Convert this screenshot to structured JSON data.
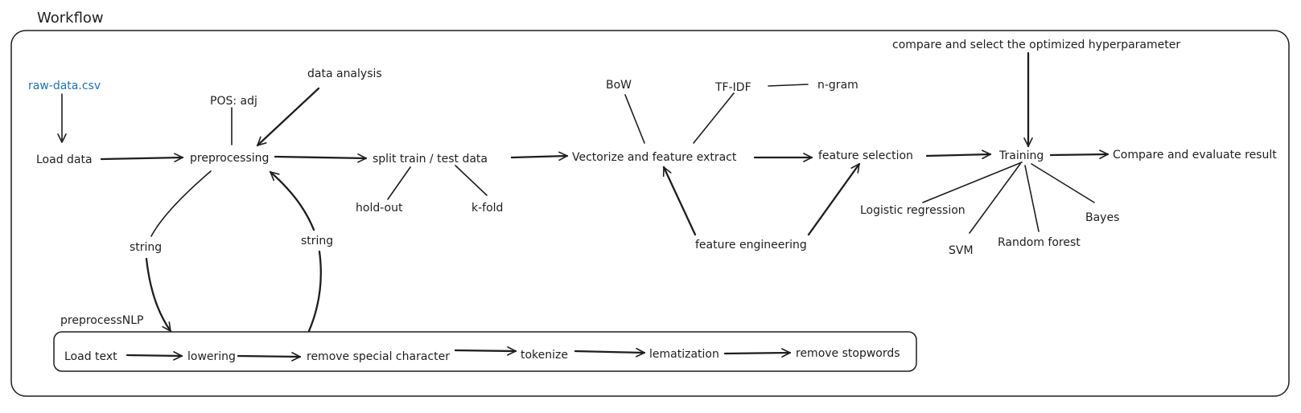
{
  "frame": {
    "title": "Workflow"
  },
  "group": {
    "title": "preprocessNLP"
  },
  "nodes": {
    "raw_data": "raw-data.csv",
    "load_data": "Load data",
    "pos_adj": "POS: adj",
    "data_analysis": "data analysis",
    "preprocessing": "preprocessing",
    "split": "split train / test data",
    "hold_out": "hold-out",
    "k_fold": "k-fold",
    "vectorize": "Vectorize and feature extract",
    "bow": "BoW",
    "tfidf": "TF-IDF",
    "ngram": "n-gram",
    "feature_engineering": "feature engineering",
    "feature_selection": "feature selection",
    "hyperparameter": "compare and select the optimized hyperparameter",
    "training": "Training",
    "compare": "Compare and evaluate result",
    "logistic": "Logistic regression",
    "svm": "SVM",
    "random_forest": "Random forest",
    "bayes": "Bayes",
    "string_out": "string",
    "string_in": "string",
    "load_text": "Load text",
    "lowering": "lowering",
    "remove_special": "remove special character",
    "tokenize": "tokenize",
    "lematization": "lematization",
    "remove_stopwords": "remove stopwords"
  },
  "colors": {
    "stroke": "#1e1e1e",
    "link": "#1971c2"
  }
}
